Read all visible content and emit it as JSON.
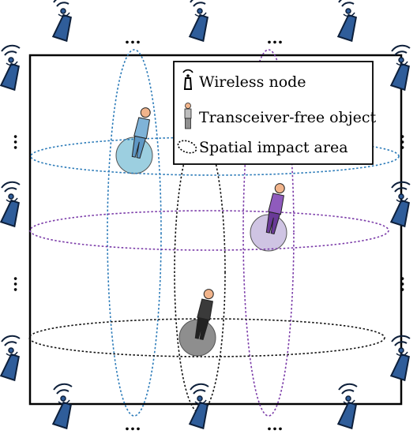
{
  "legend": {
    "items": [
      {
        "label": "Wireless node",
        "icon": "antenna-icon"
      },
      {
        "label": "Transceiver-free object",
        "icon": "person-icon"
      },
      {
        "label": "Spatial impact area",
        "icon": "ellipse-icon"
      }
    ]
  },
  "ellipsis": "...",
  "colors": {
    "frame": "#000000",
    "blue_area": "#2a7ab8",
    "purple_area": "#7a3aa8",
    "black_area": "#111111",
    "blue_disc": "#9ccfe0",
    "purple_disc": "#cfc4e3",
    "gray_disc": "#8e8e8e",
    "node_body": "#2f5d9a",
    "node_edge": "#0d1f3a"
  },
  "objects": [
    {
      "name": "blue-person",
      "shirt": "#7fb3d8",
      "pants": "#5e97c4"
    },
    {
      "name": "purple-person",
      "shirt": "#8f5bbd",
      "pants": "#6a3a98"
    },
    {
      "name": "black-person",
      "shirt": "#3a3a3a",
      "pants": "#222222"
    }
  ]
}
